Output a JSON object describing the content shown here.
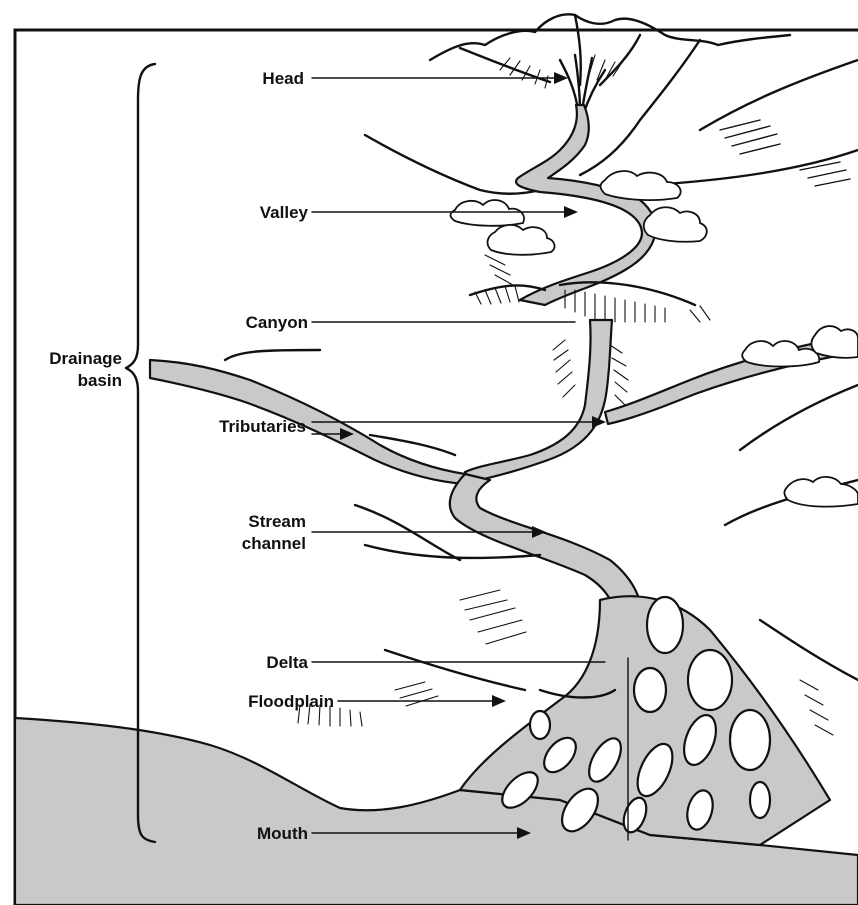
{
  "colors": {
    "ink": "#111111",
    "water": "#c9c9c9",
    "paper": "#ffffff"
  },
  "labels": {
    "head": "Head",
    "valley": "Valley",
    "canyon": "Canyon",
    "tributaries": "Tributaries",
    "stream_line1": "Stream",
    "stream_line2": "channel",
    "delta": "Delta",
    "floodplain": "Floodplain",
    "mouth": "Mouth",
    "basin_line1": "Drainage",
    "basin_line2": "basin"
  }
}
